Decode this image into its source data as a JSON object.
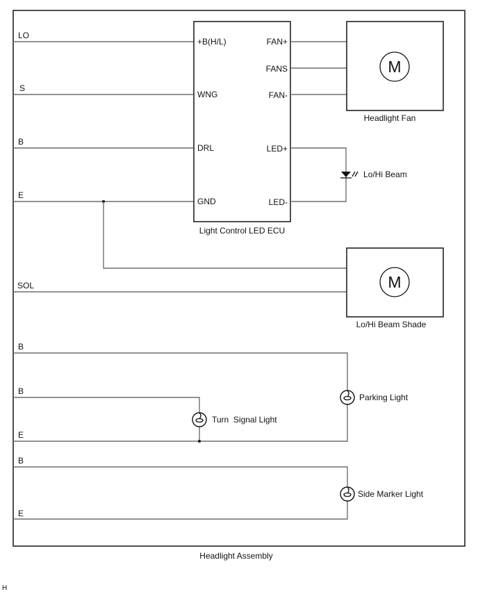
{
  "diagram": {
    "assembly_label": "Headlight Assembly",
    "corner_mark": "H",
    "left_terminals": {
      "lo": "LO",
      "s": "S",
      "b_drl": "B",
      "e_gnd": "E",
      "sol": "SOL",
      "b_parking": "B",
      "b_turn": "B",
      "e_turn_parking": "E",
      "b_side_marker": "B",
      "e_side_marker": "E"
    },
    "ecu": {
      "label": "Light Control LED ECU",
      "pins_left": [
        "+B(H/L)",
        "WNG",
        "DRL",
        "GND"
      ],
      "pins_right": [
        "FAN+",
        "FANS",
        "FAN-",
        "LED+",
        "LED-"
      ]
    },
    "headlight_fan": {
      "label": "Headlight Fan",
      "symbol": "M"
    },
    "lo_hi_beam_led": {
      "label": "Lo/Hi Beam",
      "icon": "led-diode-icon"
    },
    "lo_hi_beam_shade": {
      "label": "Lo/Hi Beam Shade",
      "symbol": "M"
    },
    "parking_light": {
      "label": "Parking Light",
      "icon": "bulb-icon"
    },
    "turn_signal_light": {
      "label": "Turn  Signal Light",
      "icon": "bulb-icon"
    },
    "side_marker_light": {
      "label": "Side Marker Light",
      "icon": "bulb-icon"
    }
  }
}
